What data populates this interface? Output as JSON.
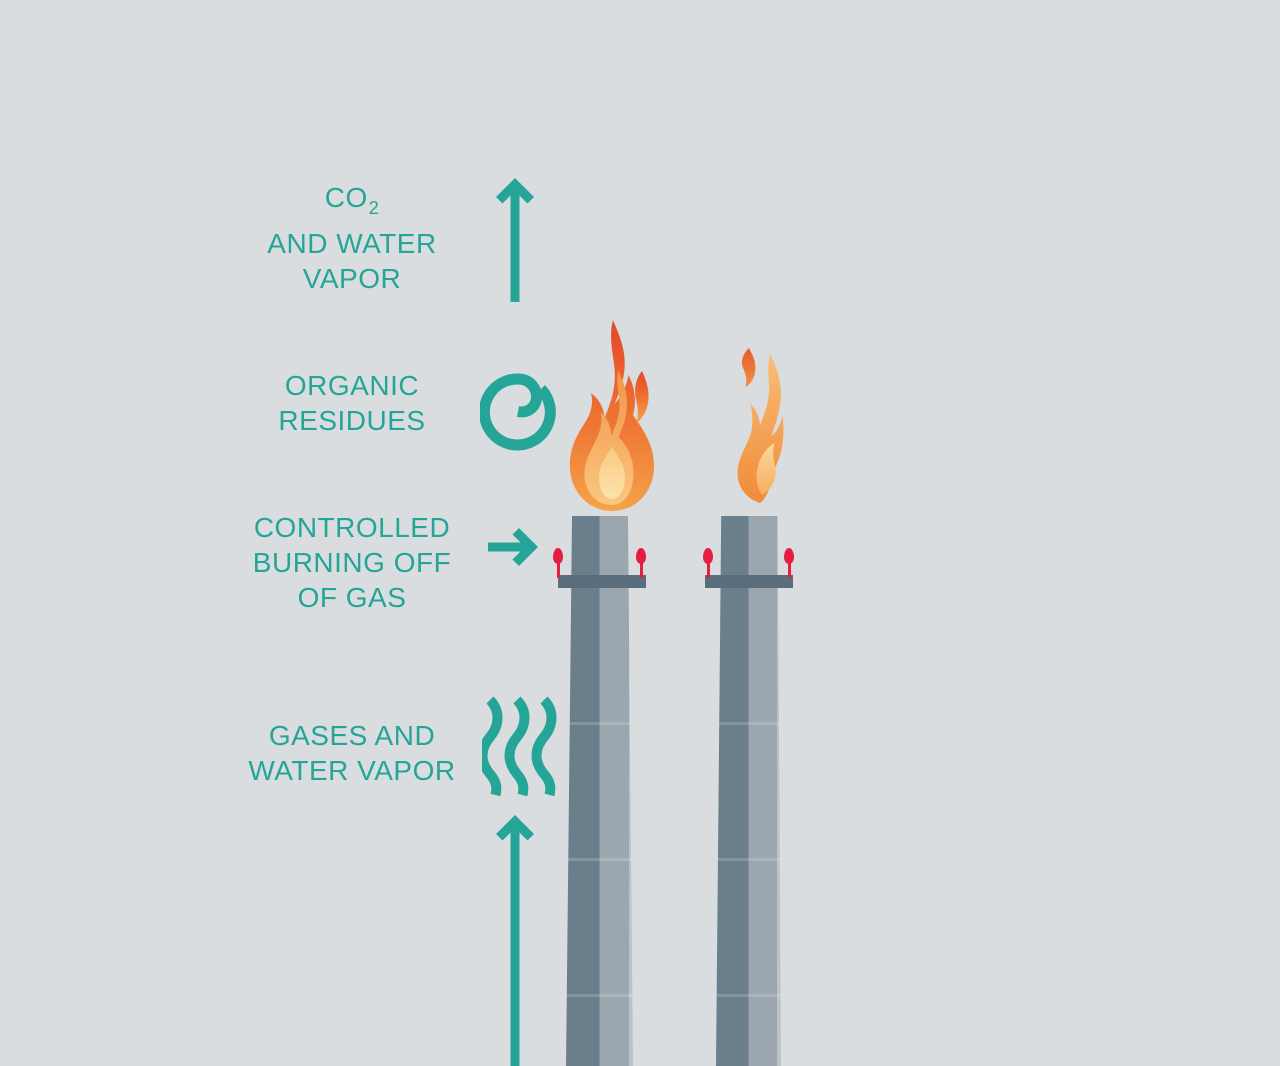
{
  "labels": {
    "co2_water_vapor": {
      "line1_main": "CO",
      "line1_sub": "2",
      "line2": "AND WATER",
      "line3": "VAPOR"
    },
    "organic_residues": {
      "line1": "ORGANIC",
      "line2": "RESIDUES"
    },
    "controlled_burning": {
      "line1": "CONTROLLED",
      "line2": "BURNING OFF",
      "line3": "OF GAS"
    },
    "gases_water_vapor": {
      "line1": "GASES AND",
      "line2": "WATER VAPOR"
    }
  },
  "icons": {
    "top_arrow": "up-arrow-icon",
    "spiral": "spiral-icon",
    "right_arrow": "right-arrow-icon",
    "waves": "heat-waves-icon",
    "bottom_arrow": "up-arrow-icon"
  },
  "colors": {
    "background": "#dadde0",
    "teal": "#25a597",
    "stack_dark": "#6b7e8c",
    "stack_light": "#9ba6af",
    "stack_edge": "#bac3ca",
    "crossbar": "#5a6d7c",
    "pilot_red": "#e41e3f",
    "flame_red_orange": "#e3492c",
    "flame_orange": "#f08b3b",
    "flame_light": "#fbd9a0"
  }
}
